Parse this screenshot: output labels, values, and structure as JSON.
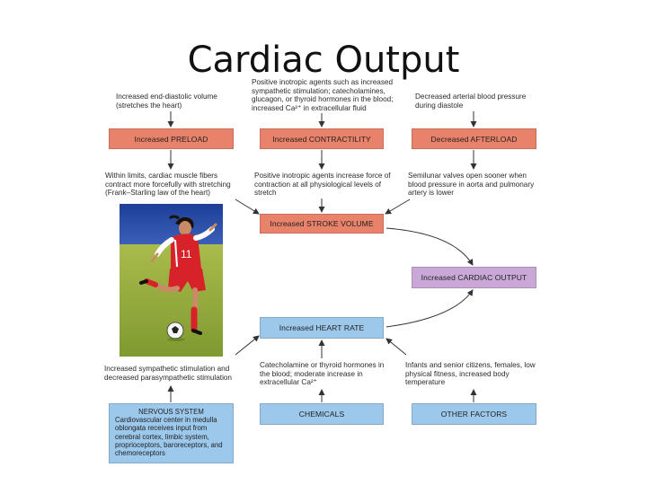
{
  "title": "Cardiac Output",
  "notes": {
    "preload_cause": "Increased end-diastolic volume (stretches the heart)",
    "contractility_cause": "Positive inotropic agents such as increased sympathetic stimulation; catecholamines, glucagon, or thyroid hormones in the blood; increased Ca²⁺ in extracellular fluid",
    "afterload_cause": "Decreased arterial blood pressure during diastole",
    "preload_effect": "Within limits, cardiac muscle fibers contract more forcefully with stretching (Frank–Starling law of the heart)",
    "contractility_effect": "Positive inotropic agents increase force of contraction at all physiological levels of stretch",
    "afterload_effect": "Semilunar valves open sooner when blood pressure in aorta and pulmonary artery is lower",
    "nervous_effect": "Increased sympathetic stimulation and decreased parasympathetic stimulation",
    "chemicals_effect": "Catecholamine or thyroid hormones in the blood; moderate increase in extracellular Ca²⁺",
    "other_effect": "Infants and senior citizens, females, low physical fitness, increased body temperature"
  },
  "boxes": {
    "preload": "Increased PRELOAD",
    "contractility": "Increased CONTRACTILITY",
    "afterload": "Decreased AFTERLOAD",
    "stroke_volume": "Increased STROKE VOLUME",
    "cardiac_output": "Increased CARDIAC OUTPUT",
    "heart_rate": "Increased HEART RATE",
    "chemicals": "CHEMICALS",
    "other_factors": "OTHER FACTORS"
  },
  "nervous_system": {
    "heading_1": "NERVOUS SYSTEM",
    "heading_2": "Cardiovascular center in medulla oblongata receives input from cerebral cortex, limbic system, proprioceptors, baroreceptors, and chemoreceptors"
  },
  "photo": {
    "jersey_number": "11"
  },
  "colors": {
    "red_box": "#e8826a",
    "blue_box": "#9cc8ec",
    "purple_box": "#c9a8d8",
    "arrow": "#333333"
  }
}
